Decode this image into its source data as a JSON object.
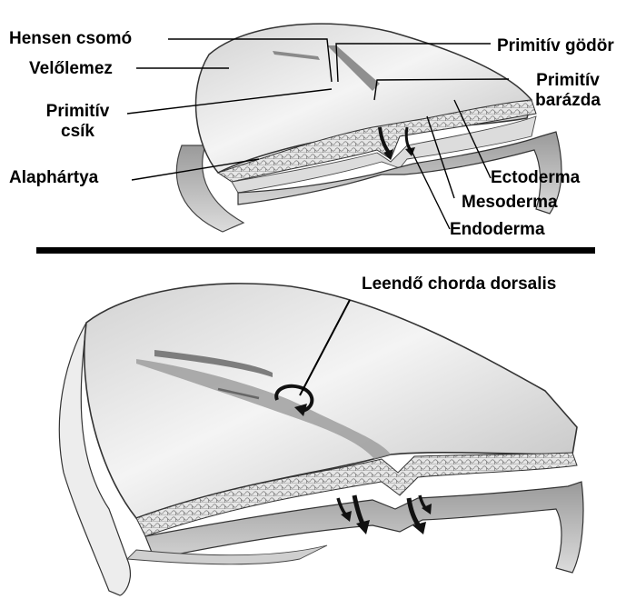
{
  "top_panel": {
    "labels": {
      "hensen": "Hensen csomó",
      "velolemez": "Velőlemez",
      "primitiv_csik_1": "Primitív",
      "primitiv_csik_2": "csík",
      "alaphartya": "Alaphártya",
      "primitiv_godor": "Primitív gödör",
      "primitiv_barazda_1": "Primitív",
      "primitiv_barazda_2": "barázda",
      "ectoderma": "Ectoderma",
      "mesoderma": "Mesoderma",
      "endoderma": "Endoderma"
    }
  },
  "bottom_panel": {
    "labels": {
      "chorda": "Leendő chorda dorsalis"
    }
  },
  "colors": {
    "ink": "#000000",
    "tissue_light": "#ececec",
    "tissue_mid": "#c8c8c8",
    "tissue_dark": "#8a8a8a"
  }
}
